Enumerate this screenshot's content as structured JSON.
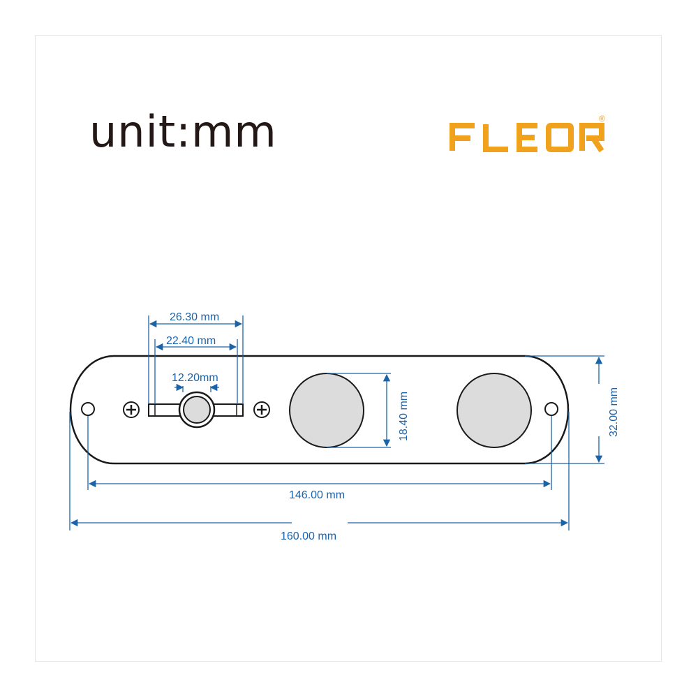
{
  "header": {
    "unit_label": "unit:mm",
    "brand": "FLEOR",
    "brand_mark": "®"
  },
  "dimensions": {
    "switch_outer": "26.30 mm",
    "switch_slot": "22.40 mm",
    "switch_knob": "12.20mm",
    "pot_diameter": "18.40 mm",
    "plate_height": "32.00 mm",
    "hole_spacing": "146.00 mm",
    "plate_length": "160.00 mm"
  },
  "colors": {
    "dimension_blue": "#1b63a8",
    "brand_orange": "#f0a21d",
    "plate_outline": "#1a1a1a",
    "pot_fill": "#dcdcdc"
  }
}
